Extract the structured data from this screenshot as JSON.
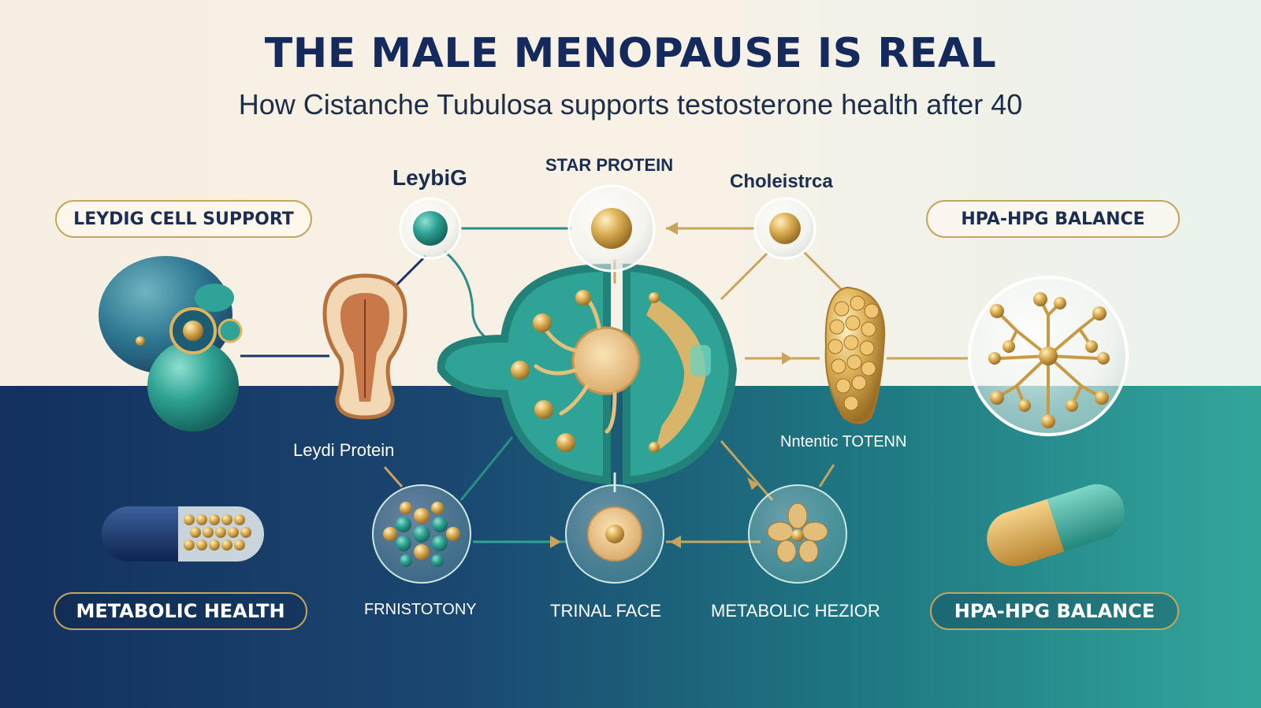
{
  "header": {
    "title": "THE MALE MENOPAUSE IS REAL",
    "subtitle": "How Cistanche Tubulosa supports testosterone health after 40"
  },
  "pills": {
    "top_left": "LEYDIG CELL SUPPORT",
    "top_right": "HPA-HPG BALANCE",
    "bottom_left": "METABOLIC HEALTH",
    "bottom_right": "HPA-HPG BALANCE"
  },
  "labels": {
    "leybig": "LeybiG",
    "star_protein": "STAR PROTEIN",
    "choleistrca": "Choleistrca",
    "leydi_protein": "Leydi Protein",
    "nntentic_totenn": "Nntentic TOTENN",
    "frnistotony": "FRNISTOTONY",
    "trinal_face": "TRINAL FACE",
    "metabolic_hezior": "METABOLIC HEZIOR"
  },
  "colors": {
    "navy": "#142a5c",
    "teal": "#2fa395",
    "gold": "#d4a84a",
    "cream": "#f6efe3"
  }
}
